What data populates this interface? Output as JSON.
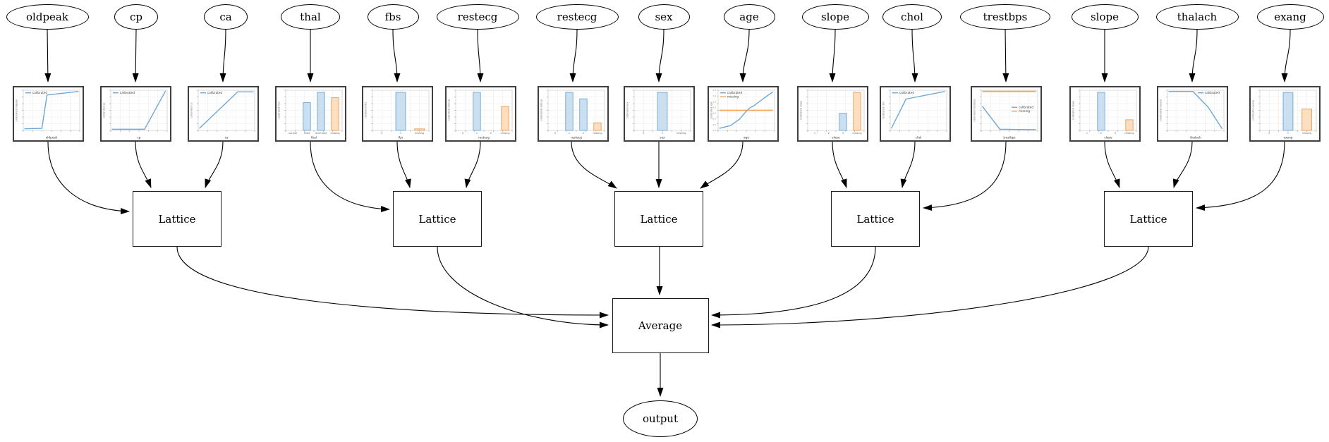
{
  "diagram": {
    "kind": "lattice-ensemble-model-graph",
    "lattice_label": "Lattice",
    "lattice_count": 5,
    "combiner": {
      "label": "Average"
    },
    "output": {
      "label": "output"
    },
    "groups": [
      [
        0,
        1,
        2
      ],
      [
        3,
        4,
        5
      ],
      [
        6,
        7,
        8
      ],
      [
        9,
        10,
        11
      ],
      [
        12,
        13,
        14
      ]
    ],
    "legend_labels": {
      "calibrated": "calibrated",
      "missing": "missing"
    },
    "colors": {
      "line_blue": "#6fa8d6",
      "line_orange": "#f9a65a",
      "bar_blue_fill": "#cadff0",
      "bar_blue_edge": "#6fa8d6",
      "bar_orange_fill": "#fbdfc0",
      "bar_orange_edge": "#f09c4e",
      "grid": "#e9e9e9",
      "spine": "#c9c9c9",
      "tick": "#999999",
      "edge": "#000000",
      "chart_border": "#3f3f3f"
    }
  },
  "features": [
    {
      "name": "oldpeak",
      "chart": {
        "type": "line",
        "xlabel": "oldpeak",
        "ylabel": "calibrated oldpeak",
        "legend": [
          "calibrated"
        ],
        "legend_pos": "tl",
        "series": [
          {
            "name": "calibrated",
            "color": "blue",
            "points": [
              [
                0.02,
                0.04
              ],
              [
                0.33,
                0.05
              ],
              [
                0.42,
                0.88
              ],
              [
                0.98,
                0.97
              ]
            ]
          }
        ]
      }
    },
    {
      "name": "cp",
      "chart": {
        "type": "line",
        "xlabel": "cp",
        "ylabel": "calibrated cp",
        "legend": [
          "calibrated"
        ],
        "legend_pos": "tl",
        "series": [
          {
            "name": "calibrated",
            "color": "blue",
            "points": [
              [
                0.02,
                0.03
              ],
              [
                0.6,
                0.03
              ],
              [
                0.97,
                0.98
              ]
            ]
          }
        ]
      }
    },
    {
      "name": "ca",
      "chart": {
        "type": "line",
        "xlabel": "ca",
        "ylabel": "calibrated ca",
        "legend": [
          "calibrated"
        ],
        "legend_pos": "tl",
        "series": [
          {
            "name": "calibrated",
            "color": "blue",
            "points": [
              [
                0.02,
                0.05
              ],
              [
                0.7,
                0.96
              ],
              [
                0.98,
                0.96
              ]
            ]
          }
        ]
      }
    },
    {
      "name": "thal",
      "chart": {
        "type": "bar",
        "xlabel": "thal",
        "ylabel": "calibrated thal",
        "categories": [
          "normal",
          "fixed",
          "reversible",
          "missing"
        ],
        "values": [
          0,
          0.73,
          1.0,
          0.86
        ],
        "bar_colors": [
          "blue",
          "blue",
          "blue",
          "orange"
        ]
      }
    },
    {
      "name": "fbs",
      "chart": {
        "type": "bar",
        "xlabel": "fbs",
        "ylabel": "calibrated fbs",
        "categories": [
          "0",
          "1",
          "missing"
        ],
        "values": [
          0,
          1.0,
          0.04
        ],
        "bar_colors": [
          "blue",
          "blue",
          "orange"
        ]
      }
    },
    {
      "name": "restecg",
      "chart": {
        "type": "bar",
        "xlabel": "restecg",
        "ylabel": "calibrated restecg",
        "categories": [
          "0",
          "1",
          "2",
          "missing"
        ],
        "values": [
          0,
          1.0,
          0,
          0.63
        ],
        "bar_colors": [
          "blue",
          "blue",
          "blue",
          "orange"
        ]
      }
    },
    {
      "name": "restecg",
      "chart": {
        "type": "bar",
        "xlabel": "restecg",
        "ylabel": "calibrated restecg",
        "categories": [
          "0",
          "1",
          "2",
          "missing"
        ],
        "values": [
          0,
          1.0,
          0.83,
          0.2
        ],
        "bar_colors": [
          "blue",
          "blue",
          "blue",
          "orange"
        ]
      }
    },
    {
      "name": "sex",
      "chart": {
        "type": "bar",
        "xlabel": "sex",
        "ylabel": "calibrated sex",
        "categories": [
          "0",
          "1",
          "missing"
        ],
        "values": [
          0,
          1.0,
          0
        ],
        "bar_colors": [
          "blue",
          "blue",
          "orange"
        ]
      }
    },
    {
      "name": "age",
      "chart": {
        "type": "line",
        "xlabel": "age",
        "ylabel": "calibrated age",
        "legend": [
          "calibrated",
          "missing"
        ],
        "legend_pos": "tl",
        "y_ticks": [
          "2.0",
          "1.5",
          "1.0",
          "0.5",
          "0.0",
          "-0.5",
          "-1.0",
          "-1.5"
        ],
        "series": [
          {
            "name": "missing",
            "color": "orange",
            "points": [
              [
                0.02,
                0.5
              ],
              [
                0.97,
                0.5
              ]
            ]
          },
          {
            "name": "calibrated",
            "color": "blue",
            "points": [
              [
                0.02,
                0.05
              ],
              [
                0.22,
                0.12
              ],
              [
                0.38,
                0.28
              ],
              [
                0.5,
                0.48
              ],
              [
                0.57,
                0.57
              ],
              [
                0.62,
                0.6
              ],
              [
                0.8,
                0.79
              ],
              [
                0.97,
                0.96
              ]
            ]
          }
        ]
      }
    },
    {
      "name": "slope",
      "chart": {
        "type": "bar",
        "xlabel": "slope",
        "ylabel": "calibrated slope",
        "categories": [
          "1",
          "2",
          "3",
          "missing"
        ],
        "values": [
          0,
          0,
          0.45,
          1.0
        ],
        "bar_colors": [
          "blue",
          "blue",
          "blue",
          "orange"
        ]
      }
    },
    {
      "name": "chol",
      "chart": {
        "type": "line",
        "xlabel": "chol",
        "ylabel": "calibrated chol",
        "legend": [
          "calibrated"
        ],
        "legend_pos": "tl",
        "series": [
          {
            "name": "calibrated",
            "color": "blue",
            "points": [
              [
                0.02,
                0.05
              ],
              [
                0.28,
                0.78
              ],
              [
                0.97,
                0.97
              ]
            ]
          }
        ]
      }
    },
    {
      "name": "trestbps",
      "chart": {
        "type": "line",
        "xlabel": "trestbps",
        "ylabel": "calibrated trestbps",
        "legend": [
          "calibrated",
          "missing"
        ],
        "legend_pos": "mr",
        "series": [
          {
            "name": "missing",
            "color": "orange",
            "points": [
              [
                0.02,
                0.97
              ],
              [
                0.97,
                0.97
              ]
            ]
          },
          {
            "name": "calibrated",
            "color": "blue",
            "points": [
              [
                0.02,
                0.6
              ],
              [
                0.33,
                0.03
              ],
              [
                0.97,
                0.02
              ]
            ]
          }
        ]
      }
    },
    {
      "name": "slope",
      "chart": {
        "type": "bar",
        "xlabel": "slope",
        "ylabel": "calibrated slope",
        "categories": [
          "1",
          "2",
          "3",
          "missing"
        ],
        "values": [
          0,
          1.0,
          0,
          0.28
        ],
        "bar_colors": [
          "blue",
          "blue",
          "blue",
          "orange"
        ]
      }
    },
    {
      "name": "thalach",
      "chart": {
        "type": "line",
        "xlabel": "thalach",
        "ylabel": "calibrated thalach",
        "legend": [
          "calibrated"
        ],
        "legend_pos": "tr",
        "series": [
          {
            "name": "calibrated",
            "color": "blue",
            "points": [
              [
                0.02,
                0.97
              ],
              [
                0.45,
                0.97
              ],
              [
                0.72,
                0.58
              ],
              [
                0.97,
                0.04
              ]
            ]
          }
        ]
      }
    },
    {
      "name": "exang",
      "chart": {
        "type": "bar",
        "xlabel": "exang",
        "ylabel": "calibrated exang",
        "categories": [
          "0",
          "1",
          "missing"
        ],
        "values": [
          0,
          1.0,
          0.56
        ],
        "bar_colors": [
          "blue",
          "blue",
          "orange"
        ]
      }
    }
  ]
}
